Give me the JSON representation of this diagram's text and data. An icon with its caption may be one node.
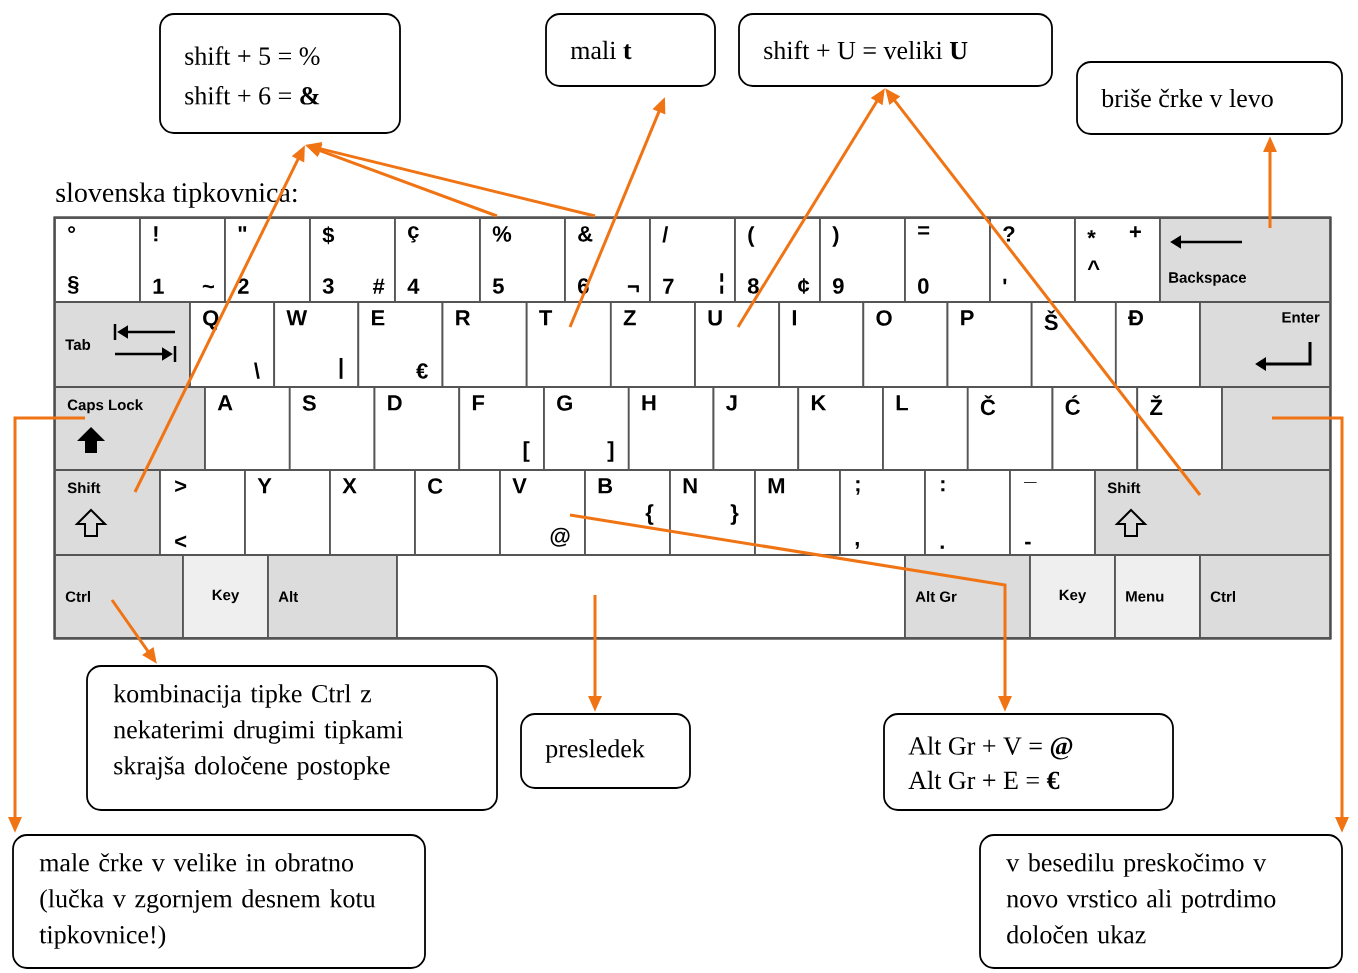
{
  "diagram": {
    "title": "slovenska tipkovnica:",
    "nodes": [
      {
        "text": [
          "shift + 5 = %",
          "shift + 6 = **&**"
        ]
      },
      {
        "text": [
          "mali **t**"
        ]
      },
      {
        "text": [
          "shift + U = veliki **U**"
        ]
      },
      {
        "text": [
          "briše črke v levo"
        ]
      },
      {
        "text": [
          "°",
          "§"
        ]
      },
      {
        "text": [
          "!",
          "1",
          "~"
        ]
      },
      {
        "text": [
          "\"",
          "2"
        ]
      },
      {
        "text": [
          "$",
          "3",
          "#"
        ]
      },
      {
        "text": [
          "ç",
          "4"
        ]
      },
      {
        "text": [
          "%",
          "5"
        ]
      },
      {
        "text": [
          "&",
          "6",
          "¬"
        ]
      },
      {
        "text": [
          "/",
          "7",
          "¦"
        ]
      },
      {
        "text": [
          "(",
          "8",
          "¢"
        ]
      },
      {
        "text": [
          ")",
          "9"
        ]
      },
      {
        "text": [
          "=",
          "0"
        ]
      },
      {
        "text": [
          "?",
          "'"
        ]
      },
      {
        "text": [
          "*",
          "+",
          "^"
        ]
      },
      {
        "text": [
          "Backspace"
        ]
      },
      {
        "text": [
          "Tab"
        ]
      },
      {
        "text": [
          "Q",
          "\\"
        ]
      },
      {
        "text": [
          "W",
          "|"
        ]
      },
      {
        "text": [
          "E",
          "€"
        ]
      },
      {
        "text": [
          "R"
        ]
      },
      {
        "text": [
          "T"
        ]
      },
      {
        "text": [
          "Z"
        ]
      },
      {
        "text": [
          "U"
        ]
      },
      {
        "text": [
          "I"
        ]
      },
      {
        "text": [
          "O"
        ]
      },
      {
        "text": [
          "P"
        ]
      },
      {
        "text": [
          "Š"
        ]
      },
      {
        "text": [
          "Đ"
        ]
      },
      {
        "text": [
          "Enter"
        ]
      },
      {
        "text": [
          "Caps Lock"
        ]
      },
      {
        "text": [
          "A"
        ]
      },
      {
        "text": [
          "S"
        ]
      },
      {
        "text": [
          "D"
        ]
      },
      {
        "text": [
          "F",
          "["
        ]
      },
      {
        "text": [
          "G",
          "]"
        ]
      },
      {
        "text": [
          "H"
        ]
      },
      {
        "text": [
          "J"
        ]
      },
      {
        "text": [
          "K"
        ]
      },
      {
        "text": [
          "L"
        ]
      },
      {
        "text": [
          "Č"
        ]
      },
      {
        "text": [
          "Ć"
        ]
      },
      {
        "text": [
          "Ž"
        ]
      },
      {
        "text": [],
        "shape": "box"
      },
      {
        "text": [
          "Shift"
        ]
      },
      {
        "text": [
          ">",
          "<"
        ]
      },
      {
        "text": [
          "Y"
        ]
      },
      {
        "text": [
          "X"
        ]
      },
      {
        "text": [
          "C"
        ]
      },
      {
        "text": [
          "V",
          "@"
        ]
      },
      {
        "text": [
          "B",
          "{"
        ]
      },
      {
        "text": [
          "N",
          "}"
        ]
      },
      {
        "text": [
          "M"
        ]
      },
      {
        "text": [
          ";",
          ","
        ]
      },
      {
        "text": [
          ":",
          "."
        ]
      },
      {
        "text": [
          "_",
          "-"
        ]
      },
      {
        "text": [
          "Shift"
        ]
      },
      {
        "text": [
          "Ctrl"
        ]
      },
      {
        "text": [
          "Key"
        ]
      },
      {
        "text": [
          "Alt"
        ]
      },
      {
        "text": [],
        "shape": "box"
      },
      {
        "text": [
          "Alt Gr"
        ]
      },
      {
        "text": [
          "Key"
        ]
      },
      {
        "text": [
          "Menu"
        ]
      },
      {
        "text": [
          "Ctrl"
        ]
      },
      {
        "text": [
          "kombinacija tipke Ctrl z nekaterimi drugimi tipkami skrajša določene postopke"
        ]
      },
      {
        "text": [
          "presledek"
        ]
      },
      {
        "text": [
          "Alt Gr + V = **@**",
          "Alt Gr + E = **€**"
        ]
      },
      {
        "text": [
          "male črke v velike in obratno (lučka v zgornjem desnem kotu tipkovnice!)"
        ]
      },
      {
        "text": [
          "v besedilu preskočimo v novo vrstico ali potrdimo določen ukaz"
        ]
      }
    ],
    "edges": [
      {
        "from": 46,
        "to": 0,
        "arrow": "to"
      },
      {
        "from": 9,
        "to": 0,
        "arrow": "to"
      },
      {
        "from": 10,
        "to": 0,
        "arrow": "to"
      },
      {
        "from": 23,
        "to": 1,
        "arrow": "to"
      },
      {
        "from": 25,
        "to": 2,
        "arrow": "to"
      },
      {
        "from": 58,
        "to": 2,
        "arrow": "to"
      },
      {
        "from": 17,
        "to": 3,
        "arrow": "to"
      },
      {
        "from": 59,
        "to": 67,
        "arrow": "to"
      },
      {
        "from": 62,
        "to": 68,
        "arrow": "to"
      },
      {
        "from": 51,
        "to": 69,
        "arrow": "to"
      },
      {
        "from": 32,
        "to": 70,
        "arrow": "to"
      },
      {
        "from": 45,
        "to": 71,
        "arrow": "to"
      }
    ]
  }
}
